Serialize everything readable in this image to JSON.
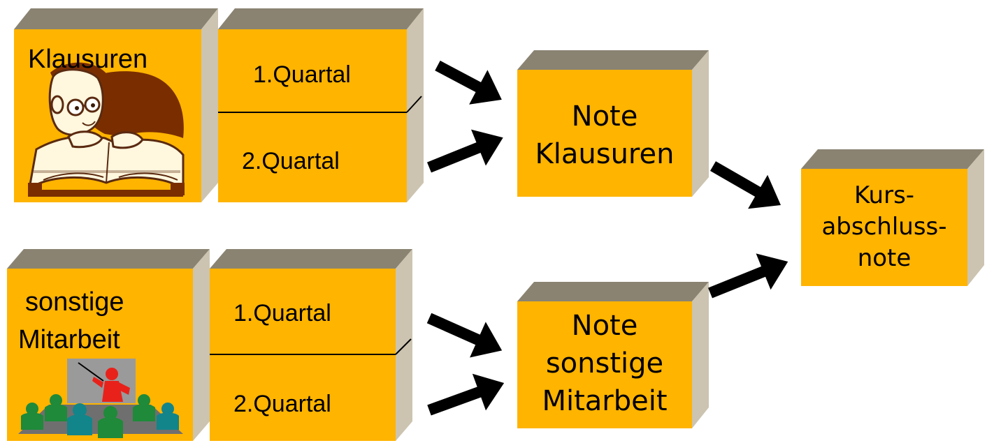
{
  "colors": {
    "box_front": "#FFB400",
    "box_top": "#8A8372",
    "box_side": "#CCC4B0",
    "arrow": "#000000",
    "clipart_brown": "#7A2E00",
    "clipart_paper": "#FFF7DE",
    "clipart_teal": "#12858A",
    "clipart_green": "#1E8A3A",
    "clipart_red": "#E8221B",
    "clipart_gray": "#9A9A9A"
  },
  "klausuren_row": {
    "source_label": "Klausuren",
    "quarter_1": "1.Quartal",
    "quarter_2": "2.Quartal",
    "source_icon": "reading-book-clipart"
  },
  "mitarbeit_row": {
    "source_label_line1": "sonstige",
    "source_label_line2": "Mitarbeit",
    "quarter_1": "1.Quartal",
    "quarter_2": "2.Quartal",
    "source_icon": "classroom-presentation-clipart"
  },
  "note_klausuren": {
    "line1": "Note",
    "line2": "Klausuren"
  },
  "note_mitarbeit": {
    "line1": "Note",
    "line2": "sonstige",
    "line3": "Mitarbeit"
  },
  "final_grade": {
    "line1": "Kurs-",
    "line2": "abschluss-",
    "line3": "note"
  },
  "connector_icon": "arrow-right-icon"
}
